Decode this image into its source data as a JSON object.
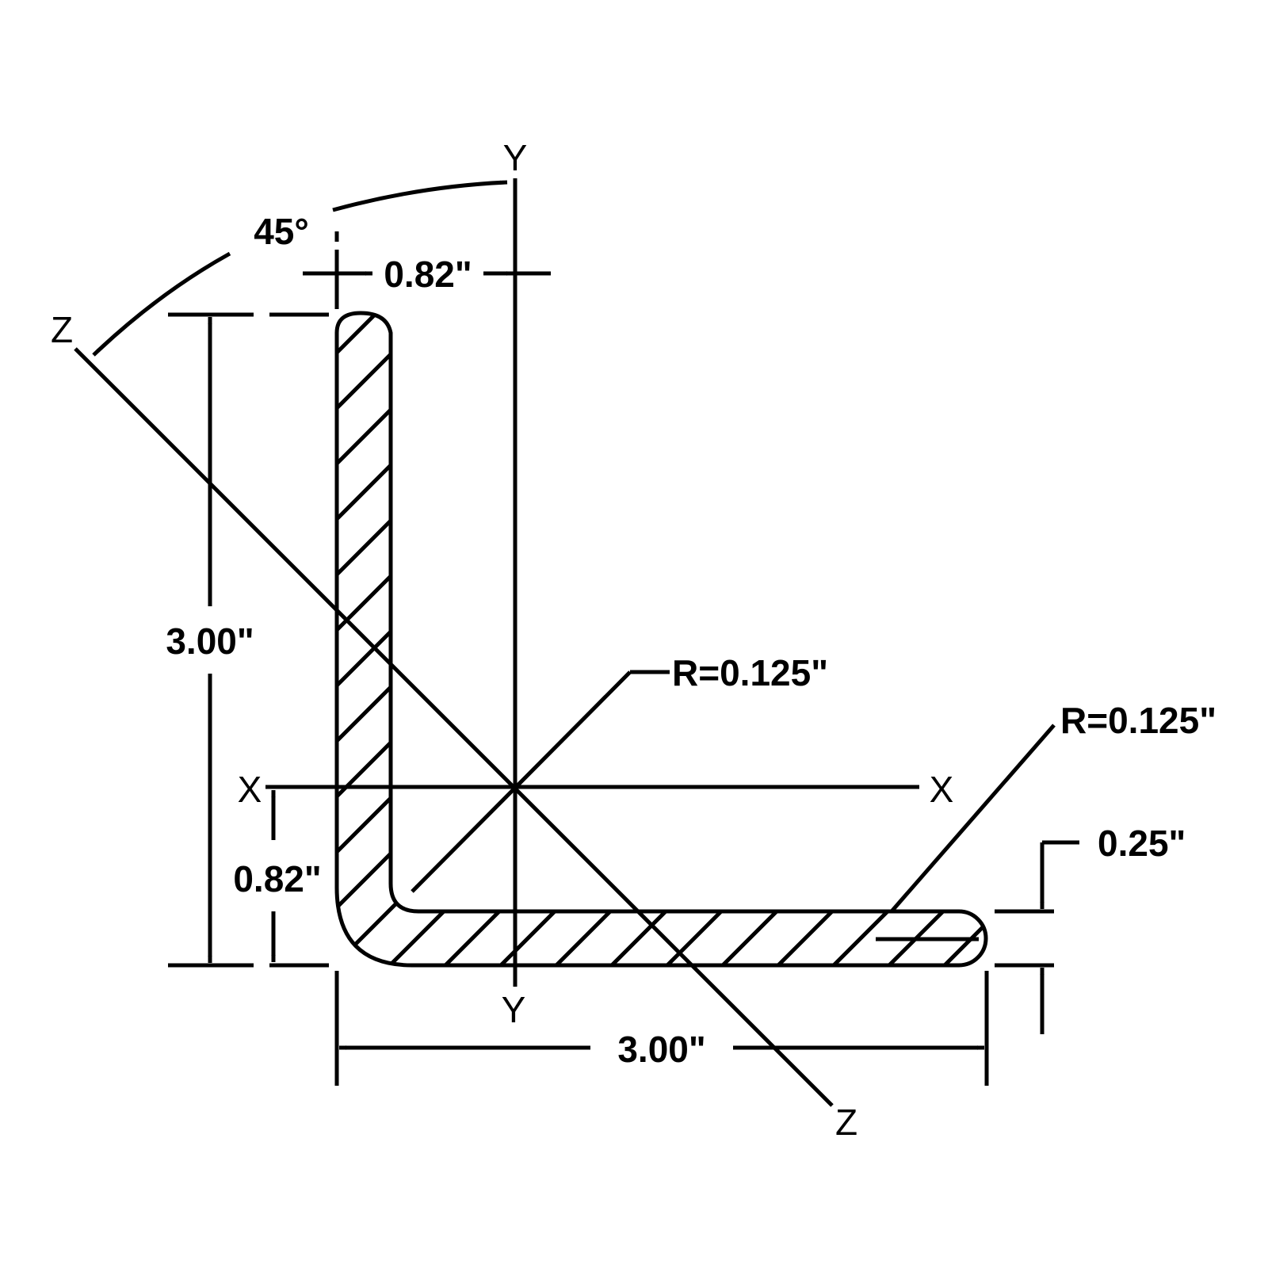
{
  "axes": {
    "y_top": "Y",
    "y_bottom": "Y",
    "x_left": "X",
    "x_right": "X",
    "z_top": "Z",
    "z_bottom": "Z"
  },
  "dimensions": {
    "angle": "45°",
    "centroid_x_offset": "0.82\"",
    "centroid_y_offset": "0.82\"",
    "leg_height": "3.00\"",
    "leg_width": "3.00\"",
    "thickness": "0.25\"",
    "inner_radius": "R=0.125\"",
    "tip_radius": "R=0.125\""
  },
  "colors": {
    "line": "#000000",
    "background": "#ffffff"
  }
}
